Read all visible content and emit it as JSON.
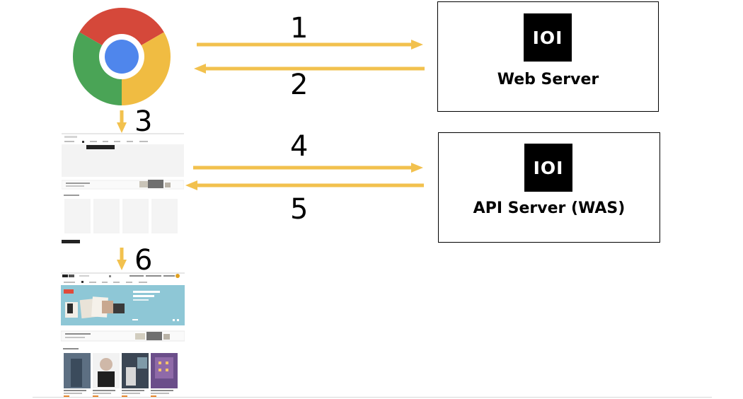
{
  "steps": [
    "1",
    "2",
    "3",
    "4",
    "5",
    "6"
  ],
  "web_server": {
    "label": "Web Server",
    "logo_text": "IOI"
  },
  "api_server": {
    "label": "API Server (WAS)",
    "logo_text": "IOI"
  },
  "icons": {
    "browser": "chrome-browser-icon",
    "server": "server-logo-icon"
  },
  "colors": {
    "arrow": "#F2C14E",
    "chrome_red": "#D5483A",
    "chrome_green": "#4AA456",
    "chrome_yellow": "#F0BC42",
    "chrome_blue": "#4F86EC",
    "panel_teal": "#8EC7D6"
  }
}
